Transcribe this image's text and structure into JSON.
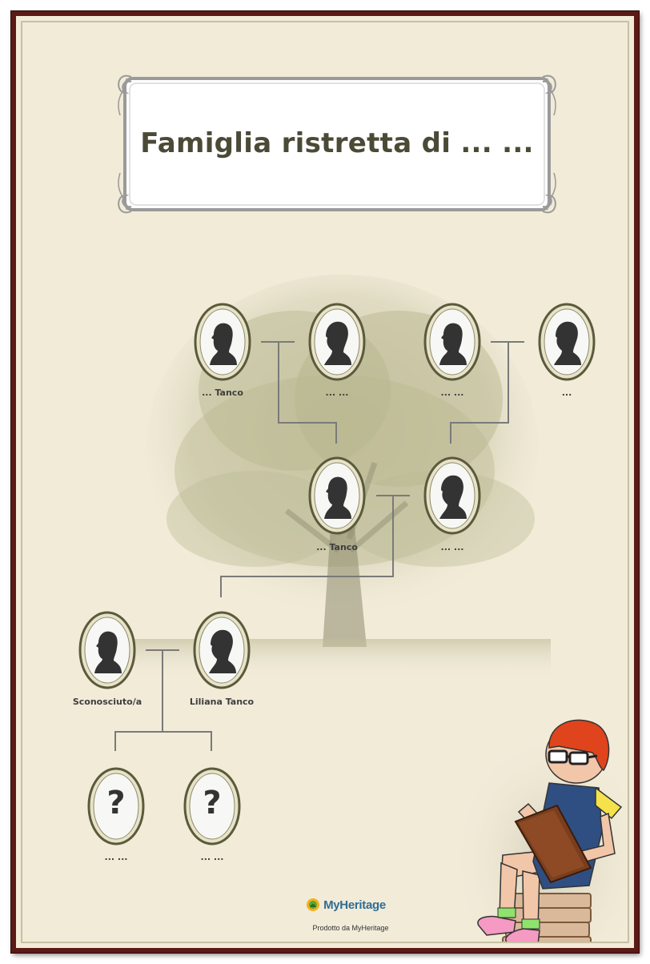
{
  "title": "Famiglia ristretta di ... ...",
  "people": {
    "gp1": "... Tanco",
    "gp2": "... ...",
    "gp3": "... ...",
    "gp4": "...",
    "father": "... Tanco",
    "mother": "... ...",
    "partner": "Sconosciuto/a",
    "self": "Liliana Tanco",
    "child1": "... ...",
    "child2": "... ..."
  },
  "unknown_mark": "?",
  "brand": "MyHeritage",
  "produced_by": "Prodotto da MyHeritage",
  "icons": [
    "male-silhouette-icon",
    "female-silhouette-icon",
    "question-mark-icon",
    "myheritage-logo-icon",
    "tree-background-icon",
    "reading-child-illustration"
  ],
  "colors": {
    "frame": "#5b1a16",
    "paper": "#f1ebd8",
    "title": "#4b4a36",
    "medallion": "#5a5a3c",
    "brand": "#2f6d94"
  }
}
